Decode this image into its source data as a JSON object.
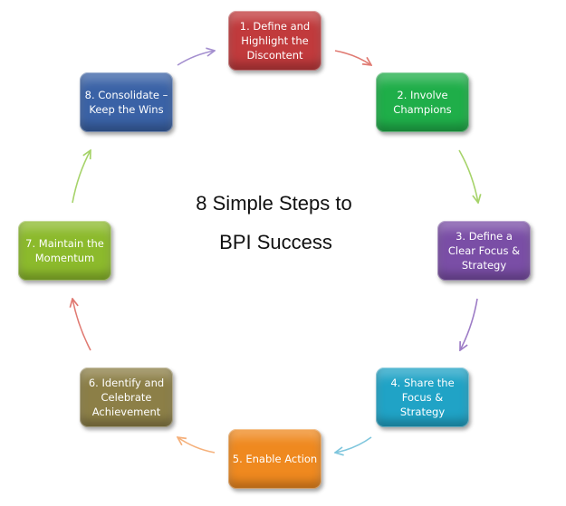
{
  "title": {
    "line1": "8 Simple Steps to",
    "line2": "BPI Success"
  },
  "steps": [
    {
      "label": "1. Define and Highlight the Discontent",
      "color": "#c13a3c"
    },
    {
      "label": "2. Involve Champions",
      "color": "#1fae49"
    },
    {
      "label": "3. Define a Clear Focus & Strategy",
      "color": "#7a4ea6"
    },
    {
      "label": "4. Share the Focus & Strategy",
      "color": "#20a3c6"
    },
    {
      "label": "5. Enable Action",
      "color": "#ef891f"
    },
    {
      "label": "6. Identify and Celebrate Achievement",
      "color": "#8c7f47"
    },
    {
      "label": "7. Maintain the Momentum",
      "color": "#8cba2c"
    },
    {
      "label": "8. Consolidate – Keep the Wins",
      "color": "#3a62a6"
    }
  ],
  "arrow_colors": [
    "#e07a72",
    "#a6d36a",
    "#9d7cc6",
    "#7fc6dd",
    "#f5b07a",
    "#e07a72",
    "#a6d36a",
    "#a48fcf"
  ]
}
